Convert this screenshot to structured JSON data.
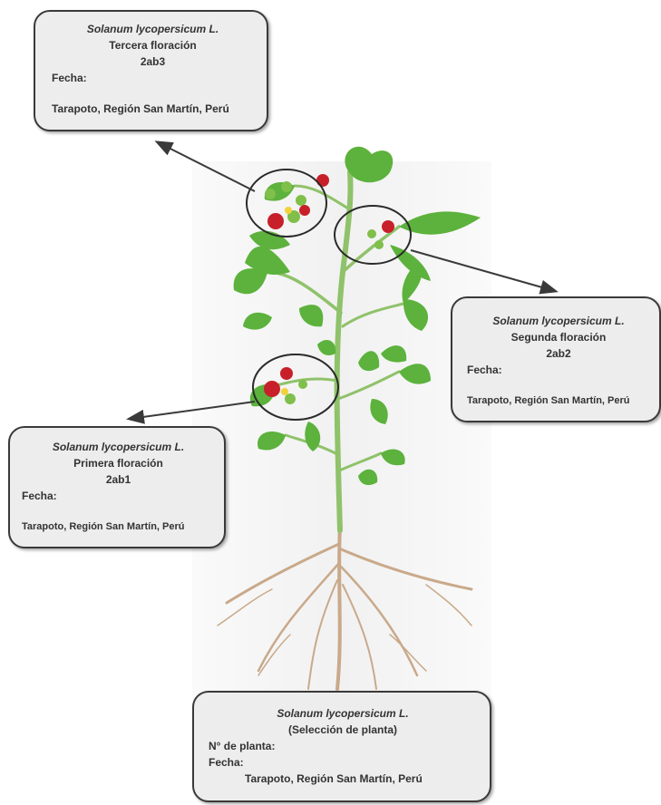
{
  "labels": {
    "tercera": {
      "species": "Solanum lycopersicum L.",
      "stage": "Tercera floración",
      "code": "2ab3",
      "date_label": "Fecha:",
      "location": "Tarapoto, Región San Martín, Perú"
    },
    "segunda": {
      "species": "Solanum lycopersicum L.",
      "stage": "Segunda floración",
      "code": "2ab2",
      "date_label": "Fecha:",
      "location": "Tarapoto, Región San Martín, Perú"
    },
    "primera": {
      "species": "Solanum lycopersicum L.",
      "stage": "Primera floración",
      "code": "2ab1",
      "date_label": "Fecha:",
      "location": "Tarapoto, Región San Martín, Perú"
    },
    "seleccion": {
      "species": "Solanum lycopersicum L.",
      "stage": "(Selección de planta)",
      "plant_number_label": "N° de planta:",
      "date_label": "Fecha:",
      "location": "Tarapoto, Región San Martín, Perú"
    }
  },
  "colors": {
    "leaf": "#5cb23c",
    "stem": "#8fc26a",
    "fruit_red": "#c8202a",
    "fruit_green": "#7fbf4a",
    "flower_yellow": "#f1d23a",
    "root": "#c9a98a",
    "box_fill": "#ededed",
    "box_border": "#3a3a3a"
  }
}
